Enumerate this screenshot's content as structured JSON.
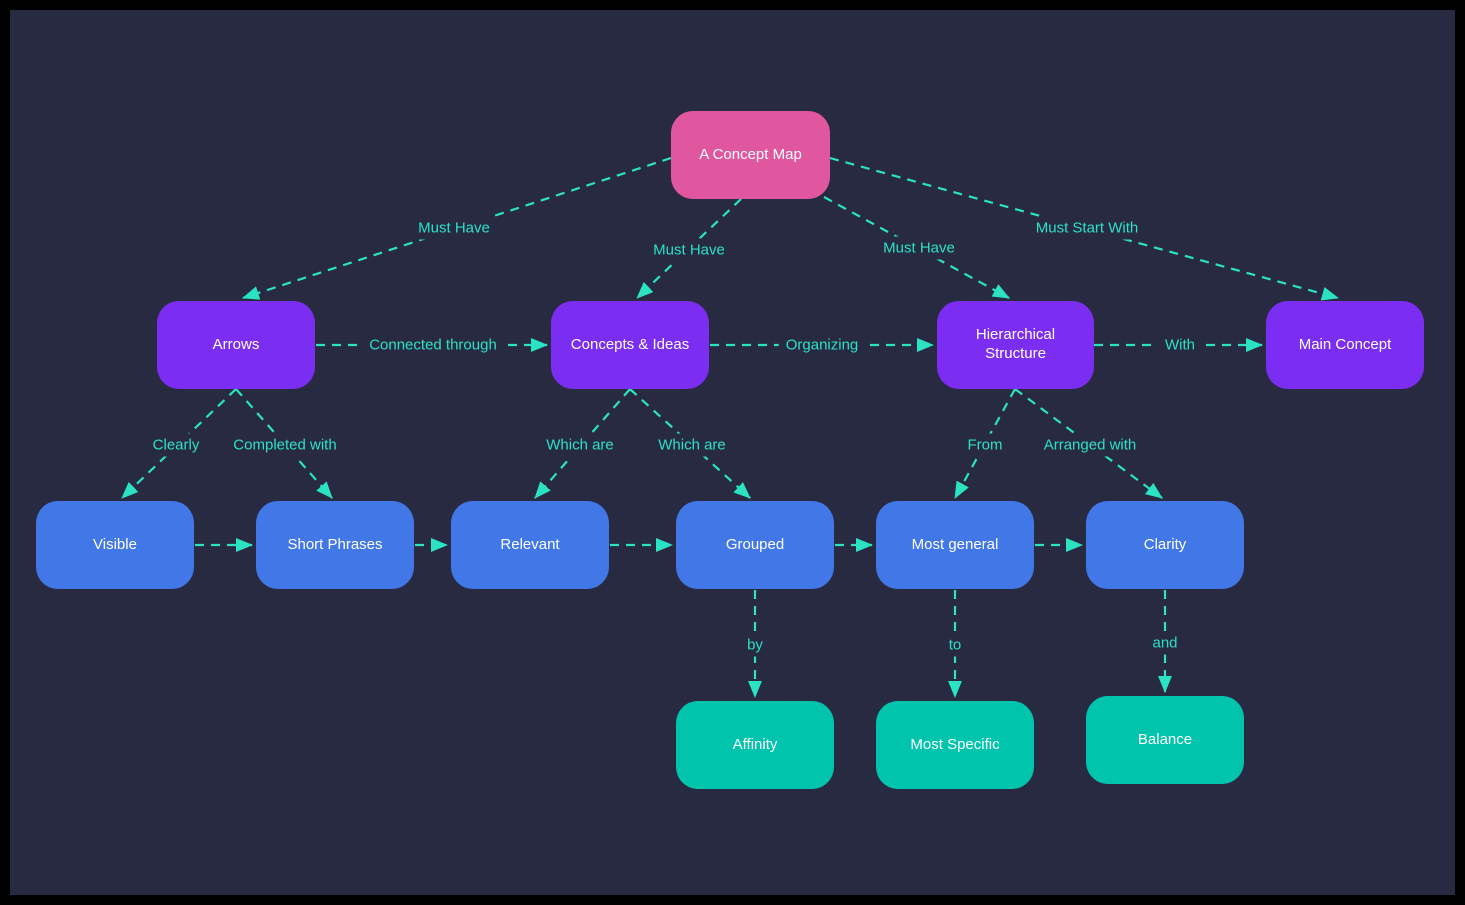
{
  "diagram": {
    "type": "concept-map",
    "colors": {
      "frame": "#000000",
      "background": "#282a42",
      "root_node": "#e0579f",
      "branch_node": "#7b2df2",
      "criteria_node": "#4277e8",
      "terminal_node": "#00c4ac",
      "connector": "#2be2c3",
      "node_text": "#ffffff"
    },
    "nodes": [
      {
        "id": "concept-map",
        "label": "A Concept Map",
        "role": "root"
      },
      {
        "id": "arrows",
        "label": "Arrows",
        "role": "branch"
      },
      {
        "id": "concepts-ideas",
        "label": "Concepts & Ideas",
        "role": "branch"
      },
      {
        "id": "hierarchical-structure",
        "label": "Hierarchical Structure",
        "role": "branch"
      },
      {
        "id": "main-concept",
        "label": "Main Concept",
        "role": "branch"
      },
      {
        "id": "visible",
        "label": "Visible",
        "role": "criteria"
      },
      {
        "id": "short-phrases",
        "label": "Short Phrases",
        "role": "criteria"
      },
      {
        "id": "relevant",
        "label": "Relevant",
        "role": "criteria"
      },
      {
        "id": "grouped",
        "label": "Grouped",
        "role": "criteria"
      },
      {
        "id": "most-general",
        "label": "Most general",
        "role": "criteria"
      },
      {
        "id": "clarity",
        "label": "Clarity",
        "role": "criteria"
      },
      {
        "id": "affinity",
        "label": "Affinity",
        "role": "terminal"
      },
      {
        "id": "most-specific",
        "label": "Most Specific",
        "role": "terminal"
      },
      {
        "id": "balance",
        "label": "Balance",
        "role": "terminal"
      }
    ],
    "edges": [
      {
        "from": "concept-map",
        "to": "arrows",
        "label": "Must Have"
      },
      {
        "from": "concept-map",
        "to": "concepts-ideas",
        "label": "Must Have"
      },
      {
        "from": "concept-map",
        "to": "hierarchical-structure",
        "label": "Must Have"
      },
      {
        "from": "concept-map",
        "to": "main-concept",
        "label": "Must Start With"
      },
      {
        "from": "arrows",
        "to": "concepts-ideas",
        "label": "Connected through"
      },
      {
        "from": "concepts-ideas",
        "to": "hierarchical-structure",
        "label": "Organizing"
      },
      {
        "from": "hierarchical-structure",
        "to": "main-concept",
        "label": "With"
      },
      {
        "from": "arrows",
        "to": "visible",
        "label": "Clearly"
      },
      {
        "from": "arrows",
        "to": "short-phrases",
        "label": "Completed with"
      },
      {
        "from": "concepts-ideas",
        "to": "relevant",
        "label": "Which are"
      },
      {
        "from": "concepts-ideas",
        "to": "grouped",
        "label": "Which are"
      },
      {
        "from": "hierarchical-structure",
        "to": "most-general",
        "label": "From"
      },
      {
        "from": "hierarchical-structure",
        "to": "clarity",
        "label": "Arranged with"
      },
      {
        "from": "visible",
        "to": "short-phrases",
        "label": ""
      },
      {
        "from": "short-phrases",
        "to": "relevant",
        "label": ""
      },
      {
        "from": "relevant",
        "to": "grouped",
        "label": ""
      },
      {
        "from": "grouped",
        "to": "most-general",
        "label": ""
      },
      {
        "from": "most-general",
        "to": "clarity",
        "label": ""
      },
      {
        "from": "grouped",
        "to": "affinity",
        "label": "by"
      },
      {
        "from": "most-general",
        "to": "most-specific",
        "label": "to"
      },
      {
        "from": "clarity",
        "to": "balance",
        "label": "and"
      }
    ]
  }
}
